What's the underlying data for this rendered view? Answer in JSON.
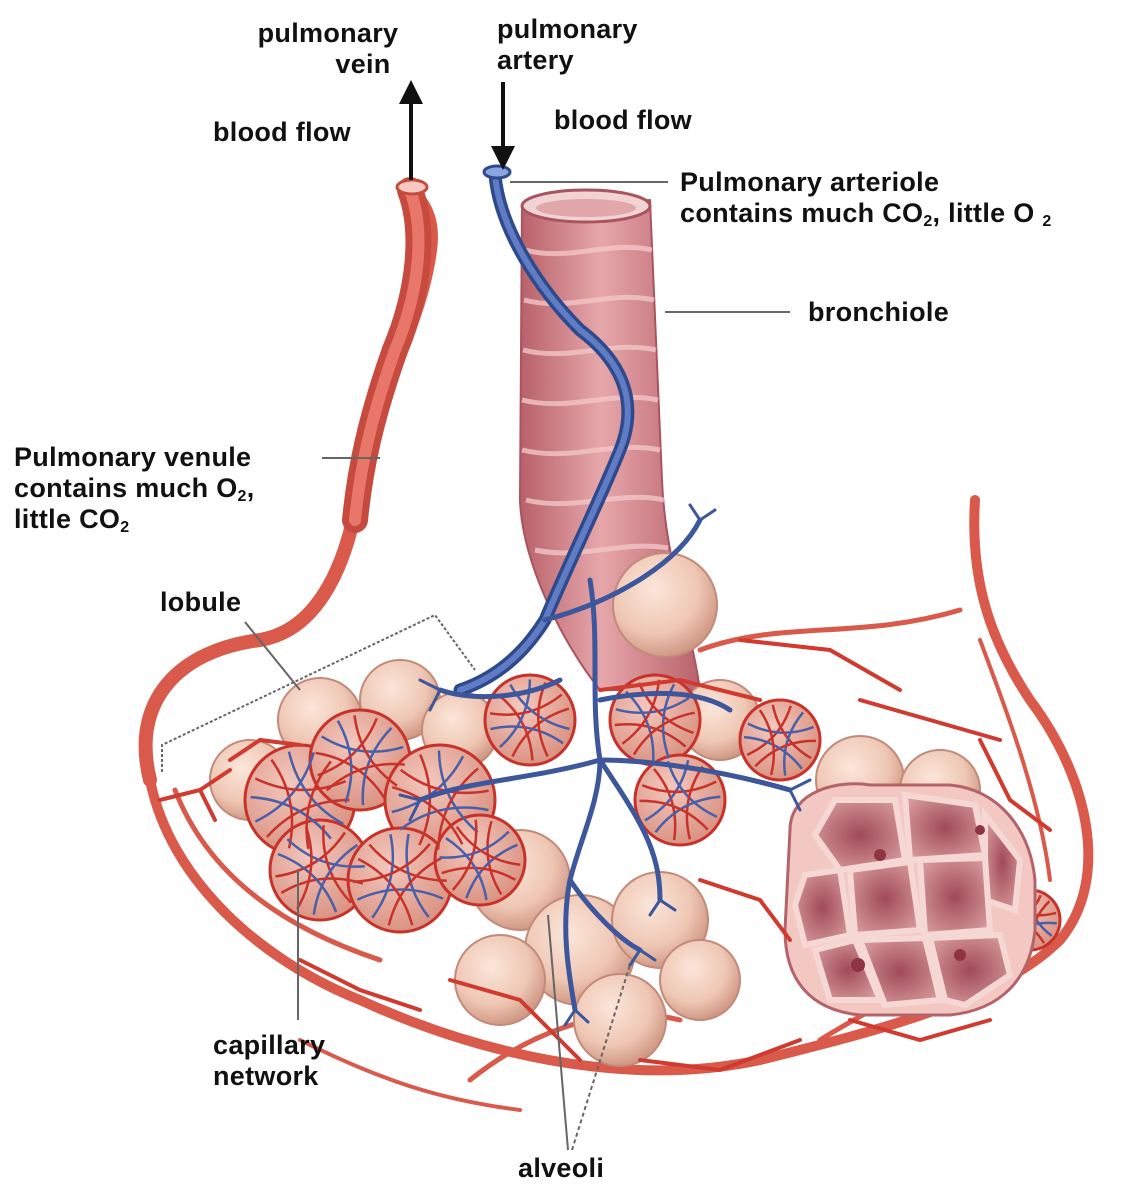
{
  "colors": {
    "artery_red": "#d9594a",
    "vein_blue": "#4a5fa8",
    "bronchiole_pink": "#d98a8f",
    "alveolus_peach": "#efc7b4",
    "label_text": "#111111",
    "leader_line": "#666666"
  },
  "labels": {
    "pulmonary_vein": {
      "line1": "pulmonary",
      "line2": "vein"
    },
    "pulmonary_artery": {
      "line1": "pulmonary",
      "line2": "artery"
    },
    "blood_flow_left": "blood flow",
    "blood_flow_right": "blood flow",
    "pulmonary_arteriole": {
      "line1": "Pulmonary arteriole",
      "line2_pre": "contains much CO",
      "line2_sub1": "2",
      "line2_mid": ", little O",
      "line2_sub2": "2"
    },
    "bronchiole": "bronchiole",
    "pulmonary_venule": {
      "line1": "Pulmonary venule",
      "line2_pre": "contains much O",
      "line2_sub1": "2",
      "line2_mid": ",",
      "line3_pre": "little CO",
      "line3_sub": "2"
    },
    "lobule": "lobule",
    "capillary_network": {
      "line1": "capillary",
      "line2": "network"
    },
    "alveoli": "alveoli"
  }
}
